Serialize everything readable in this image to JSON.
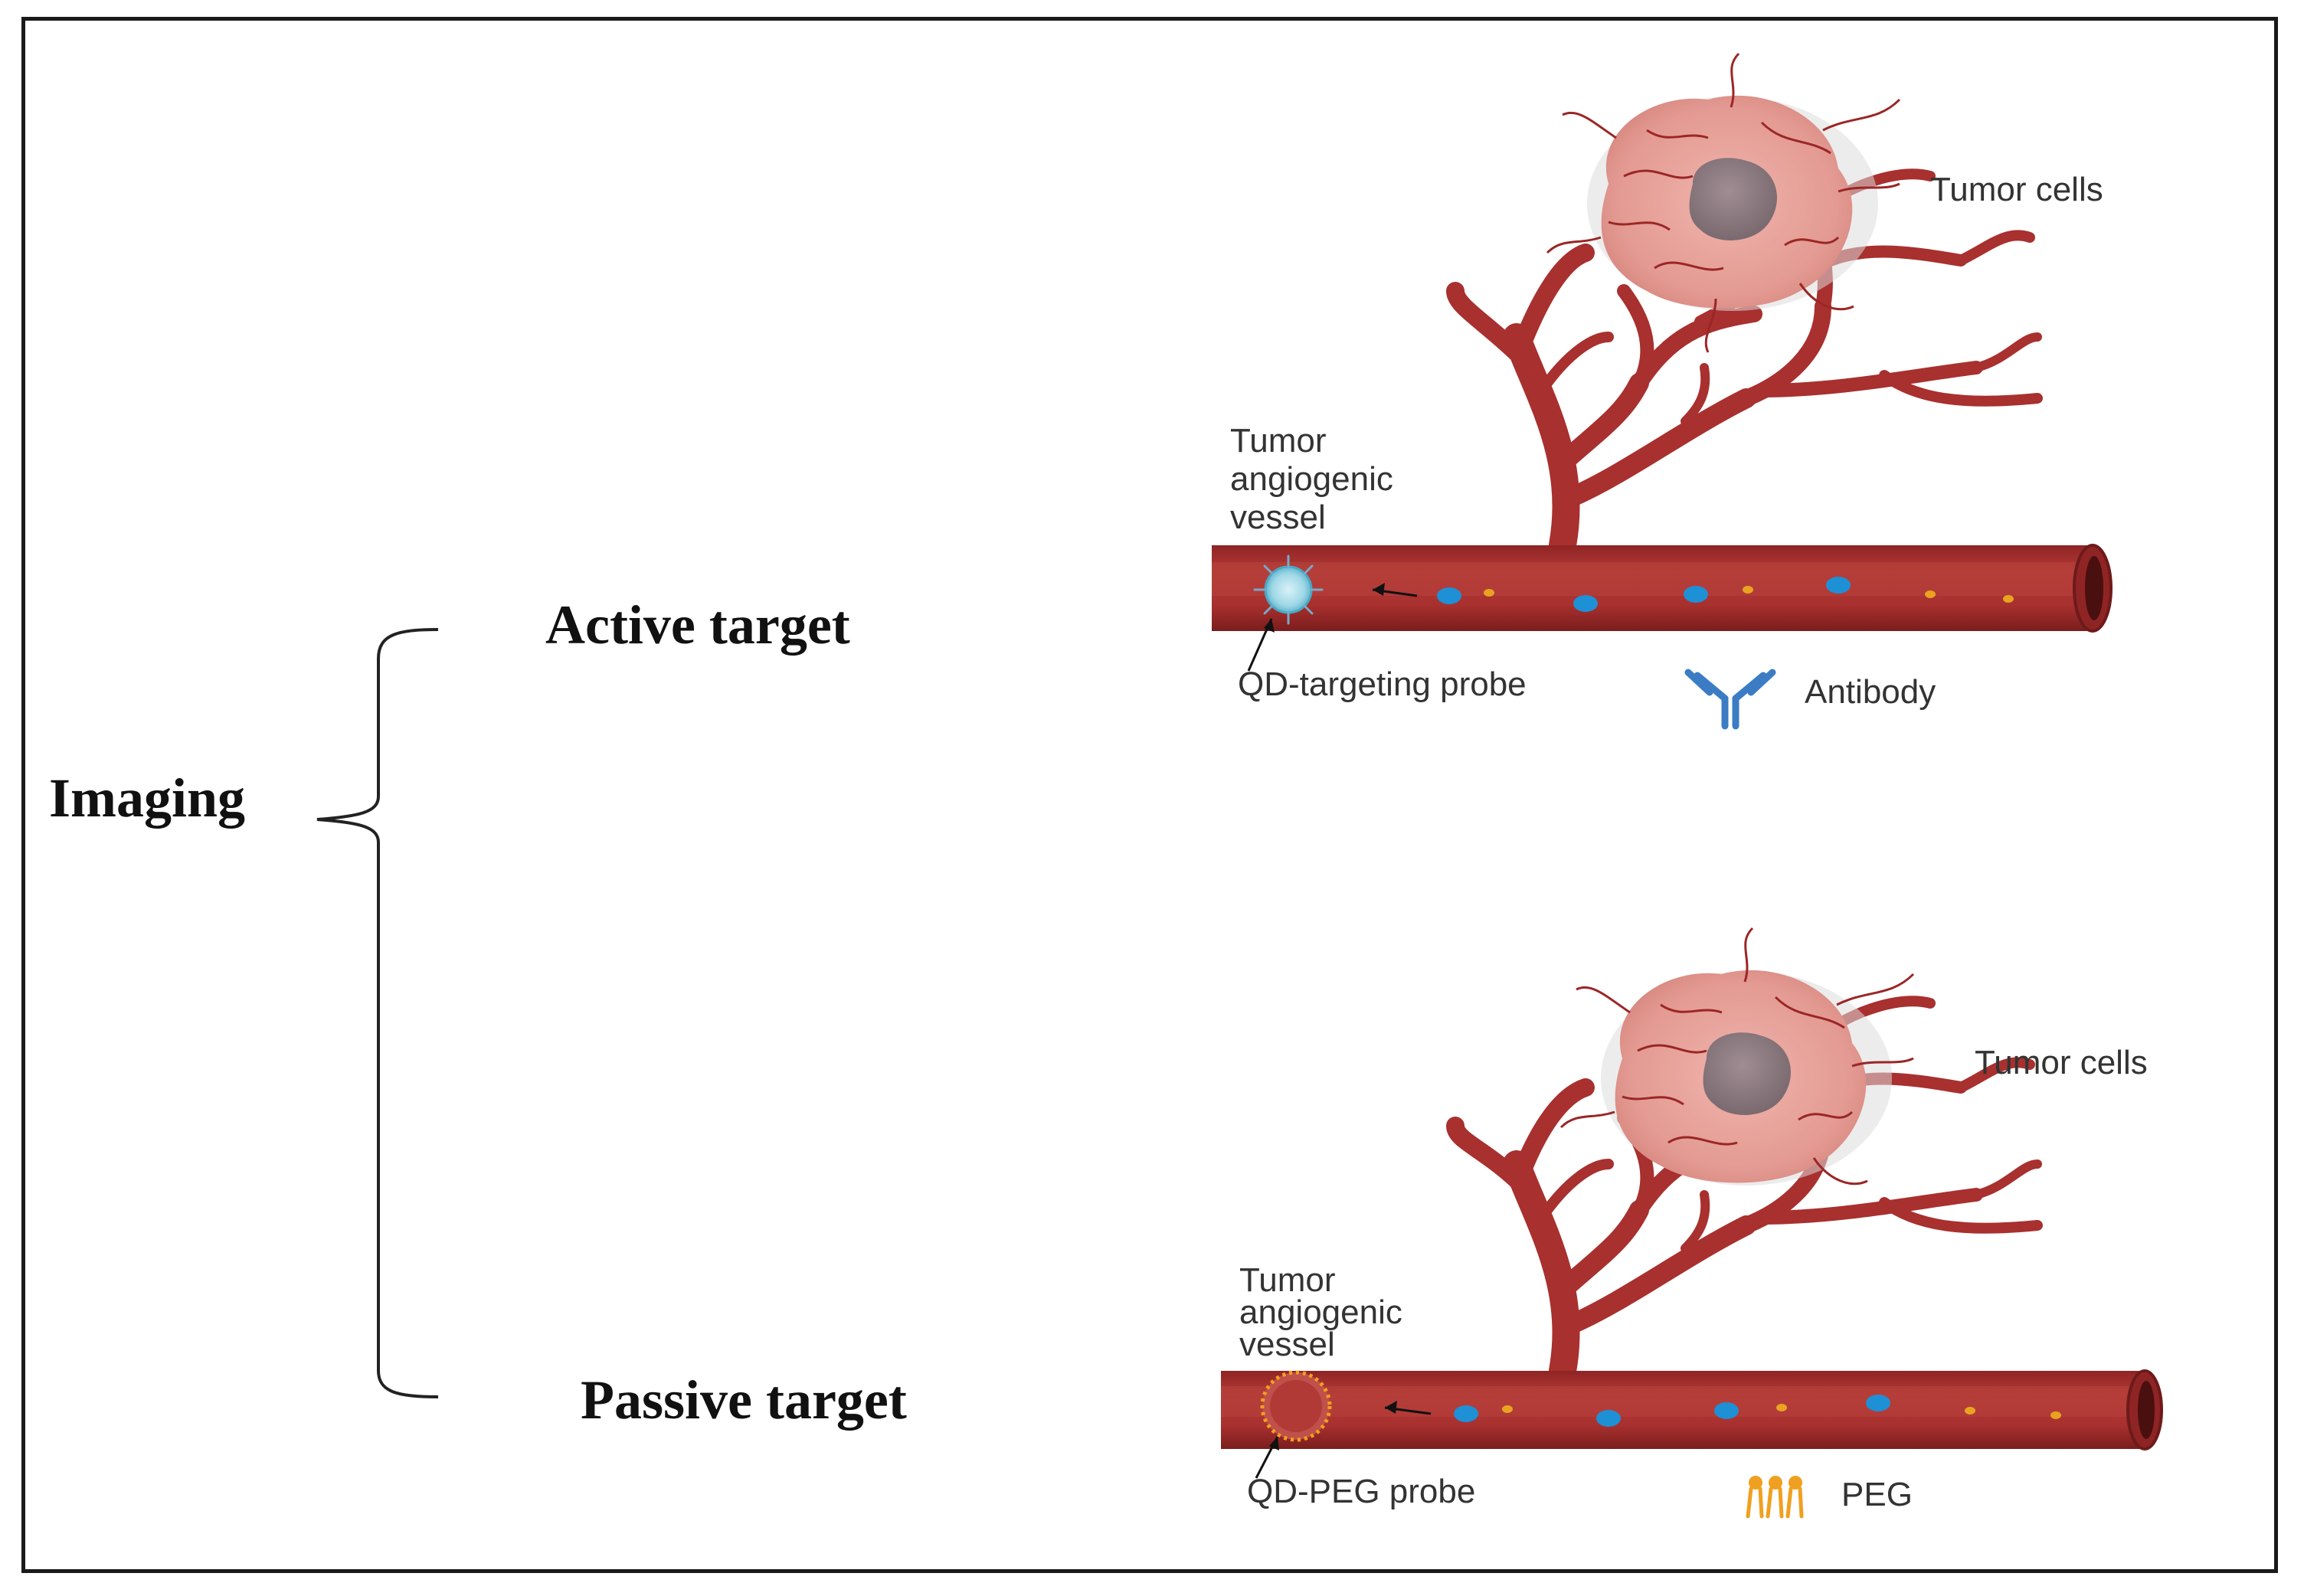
{
  "left": {
    "root_label": "Imaging",
    "active_label": "Active target",
    "passive_label": "Passive target"
  },
  "active_panel": {
    "tumor_label": "Tumor cells",
    "vessel_label_1": "Tumor",
    "vessel_label_2": "angiogenic",
    "vessel_label_3": "vessel",
    "probe_label": "QD-targeting probe",
    "ligand_label": "Antibody",
    "ligand_icon": "antibody-icon"
  },
  "passive_panel": {
    "tumor_label": "Tumor cells",
    "vessel_label_1": "Tumor",
    "vessel_label_2": "angiogenic",
    "vessel_label_3": "vessel",
    "probe_label": "QD-PEG probe",
    "ligand_label": "PEG",
    "ligand_icon": "peg-icon"
  },
  "colors": {
    "vessel": "#a8302e",
    "vessel_dark": "#7d1f1f",
    "vessel_light": "#c44a44",
    "tumor": "#e8a6a0",
    "tumor_core": "#8e7a80",
    "particle_blue": "#1e90d6",
    "particle_yellow": "#e9a320",
    "antibody_blue": "#3b7cc4",
    "peg_orange": "#f0a020"
  }
}
